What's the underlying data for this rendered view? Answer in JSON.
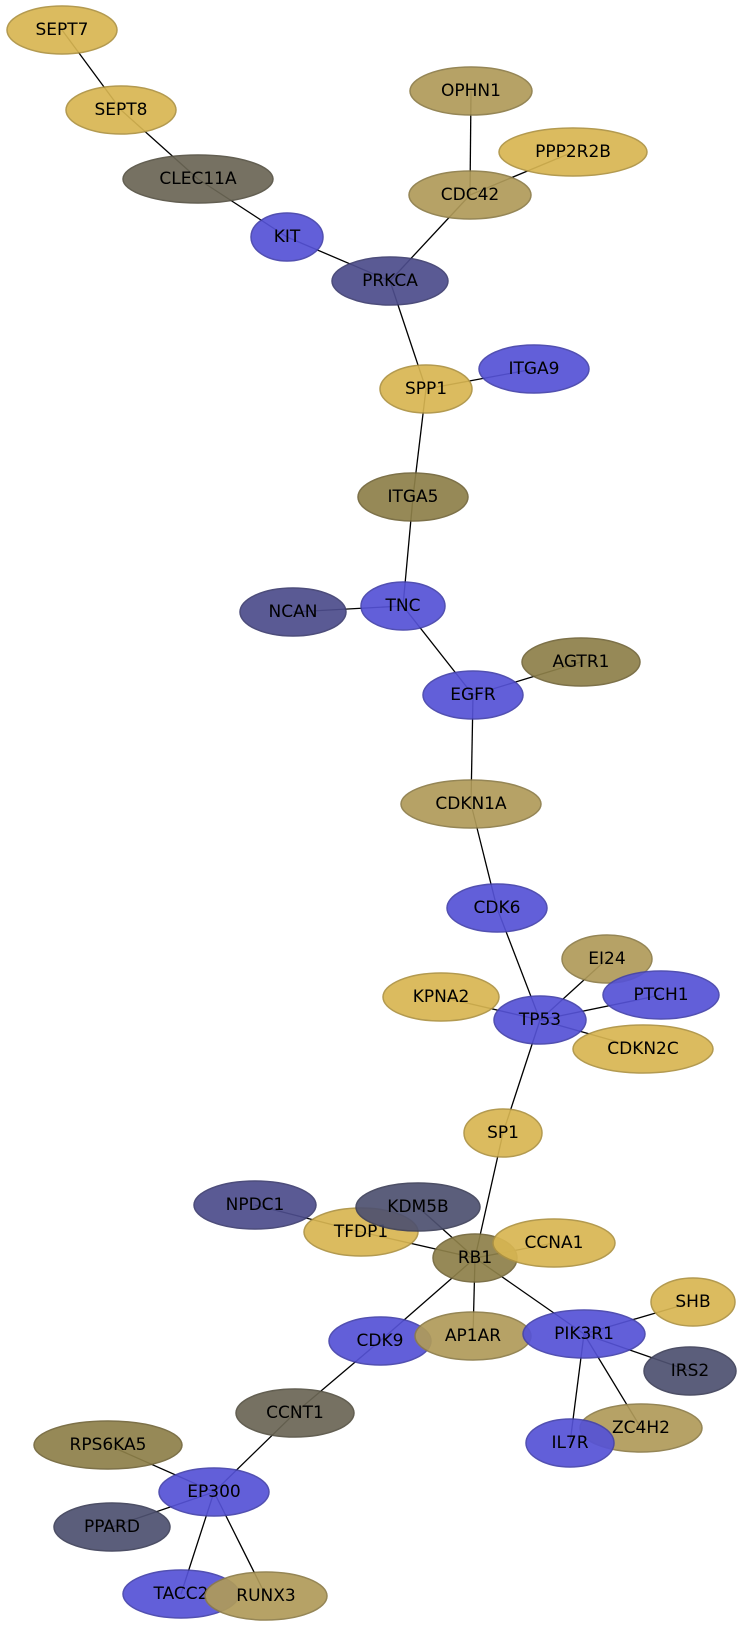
{
  "colors": {
    "yellow": "#d8b652",
    "khaki": "#b09b5a",
    "olive": "#8e8049",
    "gray_olive": "#6b6655",
    "blue": "#5552d6",
    "slate": "#4d4d8c",
    "dark_slate": "#4e5170",
    "edge": "#000000"
  },
  "nodes": [
    {
      "id": "SEPT7",
      "label": "SEPT7",
      "color": "yellow"
    },
    {
      "id": "SEPT8",
      "label": "SEPT8",
      "color": "yellow"
    },
    {
      "id": "CLEC11A",
      "label": "CLEC11A",
      "color": "gray_olive"
    },
    {
      "id": "KIT",
      "label": "KIT",
      "color": "blue"
    },
    {
      "id": "OPHN1",
      "label": "OPHN1",
      "color": "khaki"
    },
    {
      "id": "PPP2R2B",
      "label": "PPP2R2B",
      "color": "yellow"
    },
    {
      "id": "CDC42",
      "label": "CDC42",
      "color": "khaki"
    },
    {
      "id": "PRKCA",
      "label": "PRKCA",
      "color": "slate"
    },
    {
      "id": "ITGA9",
      "label": "ITGA9",
      "color": "blue"
    },
    {
      "id": "SPP1",
      "label": "SPP1",
      "color": "yellow"
    },
    {
      "id": "ITGA5",
      "label": "ITGA5",
      "color": "olive"
    },
    {
      "id": "NCAN",
      "label": "NCAN",
      "color": "slate"
    },
    {
      "id": "TNC",
      "label": "TNC",
      "color": "blue"
    },
    {
      "id": "AGTR1",
      "label": "AGTR1",
      "color": "olive"
    },
    {
      "id": "EGFR",
      "label": "EGFR",
      "color": "blue"
    },
    {
      "id": "CDKN1A",
      "label": "CDKN1A",
      "color": "khaki"
    },
    {
      "id": "CDK6",
      "label": "CDK6",
      "color": "blue"
    },
    {
      "id": "EI24",
      "label": "EI24",
      "color": "khaki"
    },
    {
      "id": "KPNA2",
      "label": "KPNA2",
      "color": "yellow"
    },
    {
      "id": "PTCH1",
      "label": "PTCH1",
      "color": "blue"
    },
    {
      "id": "TP53",
      "label": "TP53",
      "color": "blue"
    },
    {
      "id": "CDKN2C",
      "label": "CDKN2C",
      "color": "yellow"
    },
    {
      "id": "SP1",
      "label": "SP1",
      "color": "yellow"
    },
    {
      "id": "NPDC1",
      "label": "NPDC1",
      "color": "slate"
    },
    {
      "id": "TFDP1",
      "label": "TFDP1",
      "color": "yellow"
    },
    {
      "id": "KDM5B",
      "label": "KDM5B",
      "color": "dark_slate"
    },
    {
      "id": "RB1",
      "label": "RB1",
      "color": "olive"
    },
    {
      "id": "CCNA1",
      "label": "CCNA1",
      "color": "yellow"
    },
    {
      "id": "SHB",
      "label": "SHB",
      "color": "yellow"
    },
    {
      "id": "CDK9",
      "label": "CDK9",
      "color": "blue"
    },
    {
      "id": "AP1AR",
      "label": "AP1AR",
      "color": "khaki"
    },
    {
      "id": "PIK3R1",
      "label": "PIK3R1",
      "color": "blue"
    },
    {
      "id": "IRS2",
      "label": "IRS2",
      "color": "dark_slate"
    },
    {
      "id": "CCNT1",
      "label": "CCNT1",
      "color": "gray_olive"
    },
    {
      "id": "ZC4H2",
      "label": "ZC4H2",
      "color": "khaki"
    },
    {
      "id": "IL7R",
      "label": "IL7R",
      "color": "blue"
    },
    {
      "id": "RPS6KA5",
      "label": "RPS6KA5",
      "color": "olive"
    },
    {
      "id": "EP300",
      "label": "EP300",
      "color": "blue"
    },
    {
      "id": "PPARD",
      "label": "PPARD",
      "color": "dark_slate"
    },
    {
      "id": "TACC2",
      "label": "TACC2",
      "color": "blue"
    },
    {
      "id": "RUNX3",
      "label": "RUNX3",
      "color": "khaki"
    }
  ],
  "edges": [
    [
      "SEPT7",
      "SEPT8"
    ],
    [
      "SEPT8",
      "CLEC11A"
    ],
    [
      "CLEC11A",
      "KIT"
    ],
    [
      "KIT",
      "PRKCA"
    ],
    [
      "OPHN1",
      "CDC42"
    ],
    [
      "PPP2R2B",
      "CDC42"
    ],
    [
      "CDC42",
      "PRKCA"
    ],
    [
      "PRKCA",
      "SPP1"
    ],
    [
      "ITGA9",
      "SPP1"
    ],
    [
      "SPP1",
      "ITGA5"
    ],
    [
      "ITGA5",
      "TNC"
    ],
    [
      "NCAN",
      "TNC"
    ],
    [
      "TNC",
      "EGFR"
    ],
    [
      "AGTR1",
      "EGFR"
    ],
    [
      "EGFR",
      "CDKN1A"
    ],
    [
      "CDKN1A",
      "CDK6"
    ],
    [
      "CDK6",
      "TP53"
    ],
    [
      "EI24",
      "TP53"
    ],
    [
      "KPNA2",
      "TP53"
    ],
    [
      "PTCH1",
      "TP53"
    ],
    [
      "CDKN2C",
      "TP53"
    ],
    [
      "TP53",
      "SP1"
    ],
    [
      "SP1",
      "RB1"
    ],
    [
      "NPDC1",
      "TFDP1"
    ],
    [
      "TFDP1",
      "RB1"
    ],
    [
      "KDM5B",
      "RB1"
    ],
    [
      "CCNA1",
      "RB1"
    ],
    [
      "RB1",
      "CDK9"
    ],
    [
      "RB1",
      "AP1AR"
    ],
    [
      "RB1",
      "PIK3R1"
    ],
    [
      "SHB",
      "PIK3R1"
    ],
    [
      "IRS2",
      "PIK3R1"
    ],
    [
      "ZC4H2",
      "PIK3R1"
    ],
    [
      "IL7R",
      "PIK3R1"
    ],
    [
      "CDK9",
      "CCNT1"
    ],
    [
      "CCNT1",
      "EP300"
    ],
    [
      "RPS6KA5",
      "EP300"
    ],
    [
      "PPARD",
      "EP300"
    ],
    [
      "TACC2",
      "EP300"
    ],
    [
      "RUNX3",
      "EP300"
    ]
  ]
}
